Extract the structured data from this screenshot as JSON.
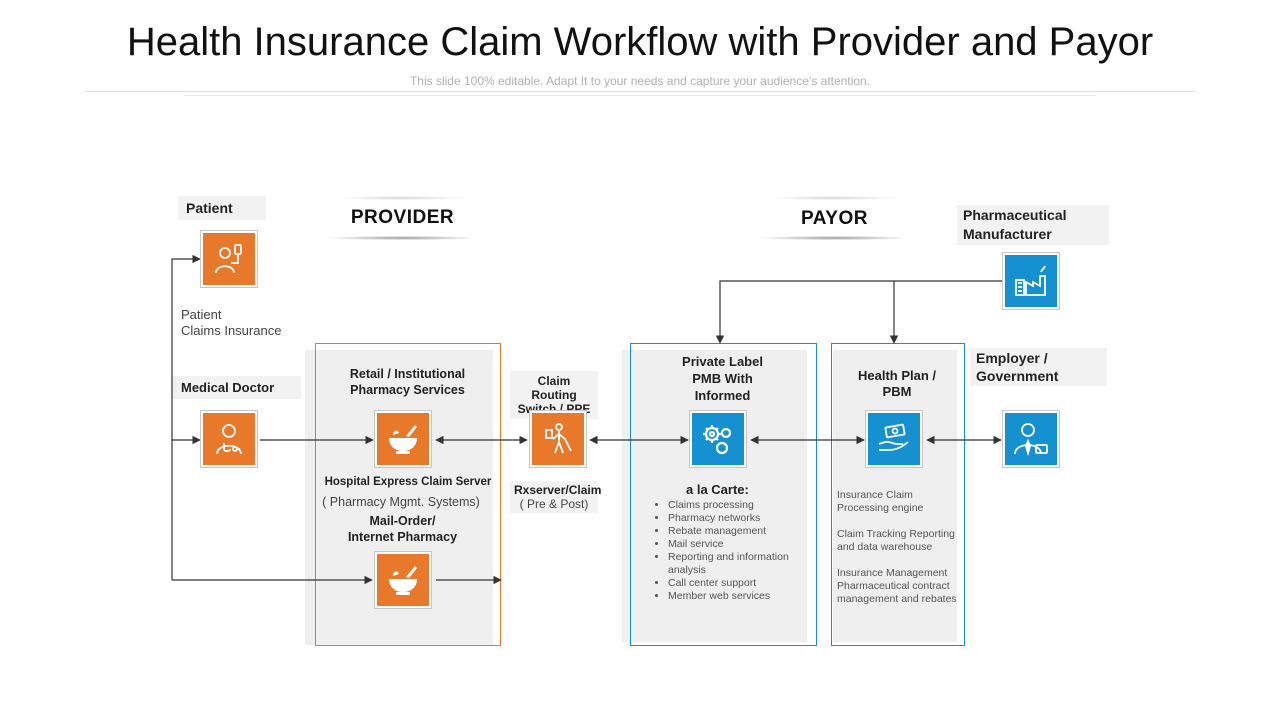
{
  "title": "Health Insurance Claim Workflow with Provider and Payor",
  "subtitle": "This slide 100% editable. Adapt  It to your needs and capture your audience’s attention.",
  "colors": {
    "orange": "#e8792b",
    "blue": "#1591d1",
    "connector": "#333333"
  },
  "sections": {
    "provider": "PROVIDER",
    "payor": "PAYOR"
  },
  "nodes": {
    "patient": {
      "label": "Patient",
      "icon": "patient-iv-icon"
    },
    "patient_claims": {
      "line1": "Patient",
      "line2": "Claims Insurance"
    },
    "doctor": {
      "label": "Medical Doctor",
      "icon": "doctor-stethoscope-icon"
    },
    "retail": {
      "line1": "Retail / Institutional",
      "line2": "Pharmacy Services",
      "icon": "mortar-pestle-icon"
    },
    "hospital": {
      "label": "Hospital  Express Claim  Server",
      "note": "( Pharmacy Mgmt. Systems)"
    },
    "mailorder": {
      "line1": "Mail-Order/",
      "line2": "Internet Pharmacy",
      "icon": "mortar-pestle-icon"
    },
    "switch": {
      "line1": "Claim Routing",
      "line2": "Switch / PPE",
      "icon": "walking-person-icon"
    },
    "rxserver": {
      "line1": "Rxserver/Claim",
      "line2": "( Pre & Post)"
    },
    "pmb": {
      "line1": "Private Label",
      "line2": "PMB With",
      "line3": "Informed",
      "icon": "gears-icon"
    },
    "alacarte": {
      "heading": "a la Carte:",
      "items": [
        "Claims processing",
        "Pharmacy networks",
        "Rebate management",
        "Mail service",
        "Reporting and information analysis",
        "Call center support",
        "Member  web services"
      ]
    },
    "healthplan": {
      "line1": "Health Plan /",
      "line2": "PBM",
      "icon": "money-hand-icon"
    },
    "healthplan_desc": {
      "p1": "Insurance Claim Processing engine",
      "p2": "Claim Tracking Reporting and data warehouse",
      "p3": "Insurance Management Pharmaceutical contract management and rebates"
    },
    "pharma": {
      "line1": "Pharmaceutical",
      "line2": "Manufacturer",
      "icon": "factory-icon"
    },
    "employer": {
      "line1": "Employer /",
      "line2": "Government",
      "icon": "businessman-icon"
    }
  }
}
